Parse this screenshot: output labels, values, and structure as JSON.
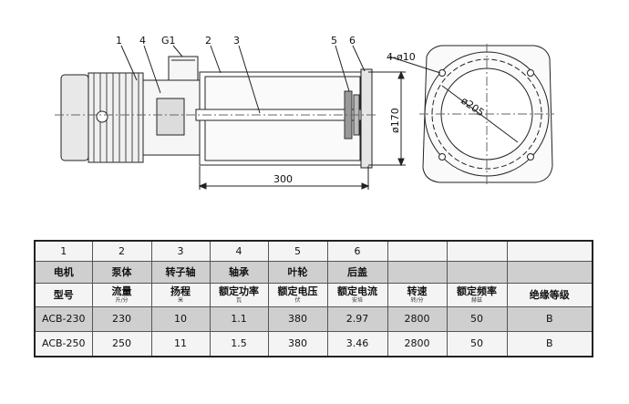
{
  "drawing": {
    "callouts": [
      "1",
      "4",
      "G1",
      "2",
      "3",
      "5",
      "6"
    ],
    "dim_length": "300",
    "dim_diameter_shaft": "ø170",
    "dim_holes": "4-ø10",
    "dim_pcd": "ø205"
  },
  "table": {
    "row_numbers": [
      "1",
      "2",
      "3",
      "4",
      "5",
      "6",
      "",
      "",
      ""
    ],
    "row_parts": [
      "电机",
      "泵体",
      "转子轴",
      "轴承",
      "叶轮",
      "后盖",
      "",
      "",
      ""
    ],
    "headers": [
      {
        "label": "型号",
        "unit": ""
      },
      {
        "label": "流量",
        "unit": "升/分"
      },
      {
        "label": "扬程",
        "unit": "米"
      },
      {
        "label": "额定功率",
        "unit": "瓦"
      },
      {
        "label": "额定电压",
        "unit": "伏"
      },
      {
        "label": "额定电流",
        "unit": "安培"
      },
      {
        "label": "转速",
        "unit": "转/分"
      },
      {
        "label": "额定频率",
        "unit": "赫兹"
      },
      {
        "label": "绝缘等级",
        "unit": ""
      }
    ],
    "rows": [
      [
        "ACB-230",
        "230",
        "10",
        "1.1",
        "380",
        "2.97",
        "2800",
        "50",
        "B"
      ],
      [
        "ACB-250",
        "250",
        "11",
        "1.5",
        "380",
        "3.46",
        "2800",
        "50",
        "B"
      ]
    ]
  }
}
